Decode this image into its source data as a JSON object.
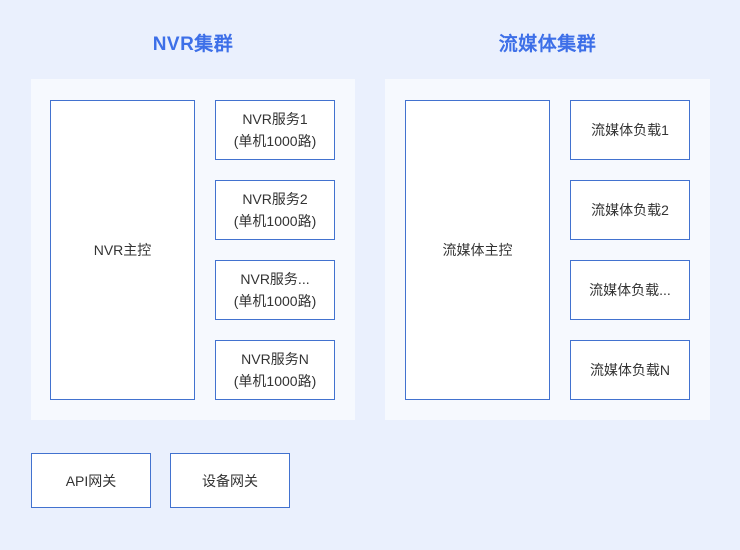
{
  "clusters": [
    {
      "title": "NVR集群",
      "master": {
        "label": "NVR主控"
      },
      "nodes": [
        {
          "line1": "NVR服务1",
          "line2": "(单机1000路)"
        },
        {
          "line1": "NVR服务2",
          "line2": "(单机1000路)"
        },
        {
          "line1": "NVR服务...",
          "line2": "(单机1000路)"
        },
        {
          "line1": "NVR服务N",
          "line2": "(单机1000路)"
        }
      ]
    },
    {
      "title": "流媒体集群",
      "master": {
        "label": "流媒体主控"
      },
      "nodes": [
        {
          "line1": "流媒体负载1",
          "line2": ""
        },
        {
          "line1": "流媒体负载2",
          "line2": ""
        },
        {
          "line1": "流媒体负载...",
          "line2": ""
        },
        {
          "line1": "流媒体负载N",
          "line2": ""
        }
      ]
    }
  ],
  "gateways": [
    {
      "label": "API网关"
    },
    {
      "label": "设备网关"
    }
  ],
  "colors": {
    "page_background": "#eaf0fd",
    "panel_background": "#f6f9fe",
    "box_background": "#ffffff",
    "box_border": "#4272cf",
    "title_text": "#3d6fe8",
    "box_text": "#333333"
  }
}
